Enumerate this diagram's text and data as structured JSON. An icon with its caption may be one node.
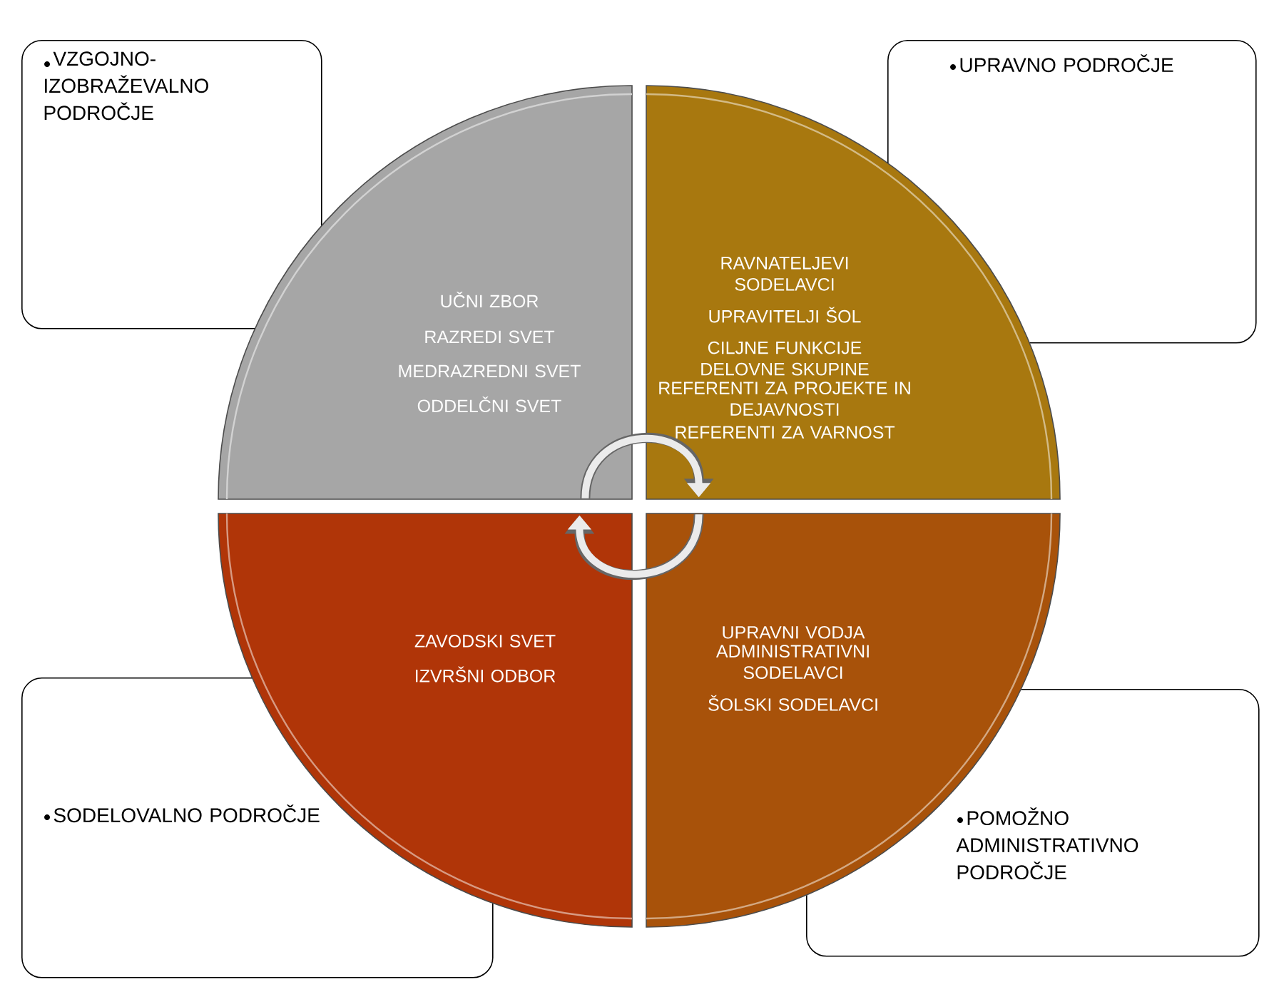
{
  "diagram": {
    "nodes": [
      {
        "text": [
          "VZGOJNO-IZOBRAŽEVALNO PODROČJE"
        ]
      },
      {
        "text": [
          "UPRAVNO PODROČJE"
        ]
      },
      {
        "text": [
          "SODELOVALNO PODROČJE"
        ]
      },
      {
        "text": [
          "POMOŽNO ADMINISTRATIVNO PODROČJE"
        ]
      },
      {
        "text": [
          "UČNI ZBOR",
          "RAZREDI SVET",
          "MEDRAZREDNI SVET",
          "ODDELČNI SVET"
        ]
      },
      {
        "text": [
          "RAVNATELJEVI SODELAVCI",
          "UPRAVITELJI ŠOL",
          "CILJNE FUNKCIJE",
          "DELOVNE SKUPINE",
          "REFERENTI ZA PROJEKTE IN DEJAVNOSTI",
          "REFERENTI ZA VARNOST"
        ]
      },
      {
        "text": [
          "ZAVODSKI SVET",
          "IZVRŠNI ODBOR"
        ]
      },
      {
        "text": [
          "UPRAVNI VODJA",
          "ADMINISTRATIVNI SODELAVCI",
          "ŠOLSKI SODELAVCI"
        ]
      }
    ],
    "edges": [
      {
        "from": 4,
        "to": 5,
        "arrow": "to"
      },
      {
        "from": 7,
        "to": 6,
        "arrow": "to"
      }
    ]
  }
}
